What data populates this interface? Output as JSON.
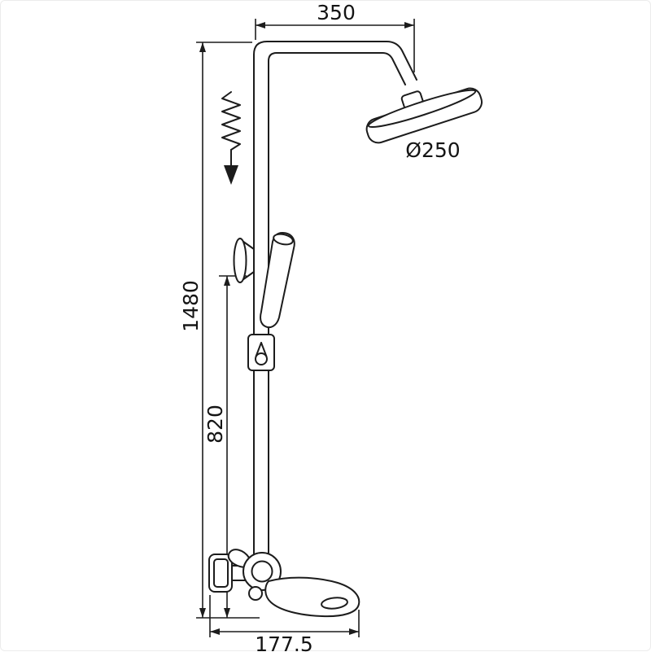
{
  "canvas": {
    "background": "#ffffff",
    "line_color": "#1c1c1c",
    "border_color": "#ececec"
  },
  "drawing": {
    "subject": "shower-column-technical-dimension-drawing",
    "labels": {
      "top_arm_width": "350",
      "head_diameter": "Ø250",
      "overall_height": "1480",
      "lower_section_height": "820",
      "spout_reach": "177.5"
    }
  }
}
